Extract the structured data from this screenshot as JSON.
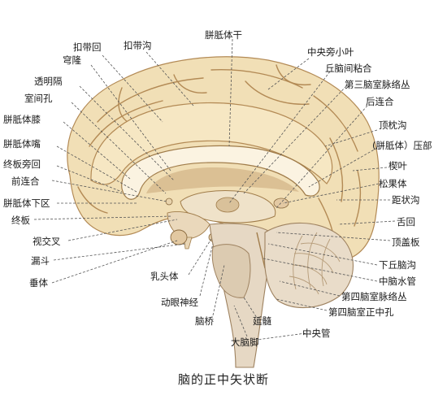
{
  "caption": "脑的正中矢状断",
  "colors": {
    "cortex": "#f1dfb6",
    "cortex_shade": "#cfae77",
    "sulcus": "#b38a55",
    "white_matter": "#fbf3e1",
    "cerebellum": "#e9dcc9",
    "brainstem": "#e6d8c4",
    "ventricle": "#c8a578",
    "leader": "#555555",
    "text": "#1a1a1a"
  },
  "labels": {
    "cingulate_gyrus": "扣带回",
    "cingulate_sulcus": "扣带沟",
    "corpus_callosum_trunk": "胼胝体干",
    "fornix": "穹隆",
    "paracentral_lobule": "中央旁小叶",
    "septum_pellucidum": "透明隔",
    "interthalamic_adhesion": "丘脑间粘合",
    "interventricular_foramen": "室间孔",
    "choroid_plexus_third": "第三脑室脉络丛",
    "genu_corpus_callosum": "胼胝体膝",
    "posterior_commissure": "后连合",
    "rostrum_corpus_callosum": "胼胝体嘴",
    "parietooccipital_sulcus": "顶枕沟",
    "paraterminal_gyrus": "终板旁回",
    "splenium_corpus_callosum": "(胼胝体）压部",
    "anterior_commissure": "前连合",
    "cuneus": "楔叶",
    "subcallosal_area": "胼胝体下区",
    "pineal_body": "松果体",
    "lamina_terminalis": "终板",
    "calcarine_sulcus": "距状沟",
    "optic_chiasm": "视交叉",
    "lingual_gyrus": "舌回",
    "infundibulum": "漏斗",
    "tectum": "顶盖板",
    "hypophysis": "垂体",
    "inferior_colliculus_sulcus": "下丘脑沟",
    "mammillary_body": "乳头体",
    "cerebral_aqueduct": "中脑水管",
    "oculomotor_nerve": "动眼神经",
    "choroid_plexus_fourth": "第四脑室脉络丛",
    "pons": "脑桥",
    "median_aperture_fourth": "第四脑室正中孔",
    "medulla": "延髓",
    "central_canal": "中央管",
    "cerebral_peduncle": "大脑脚"
  }
}
